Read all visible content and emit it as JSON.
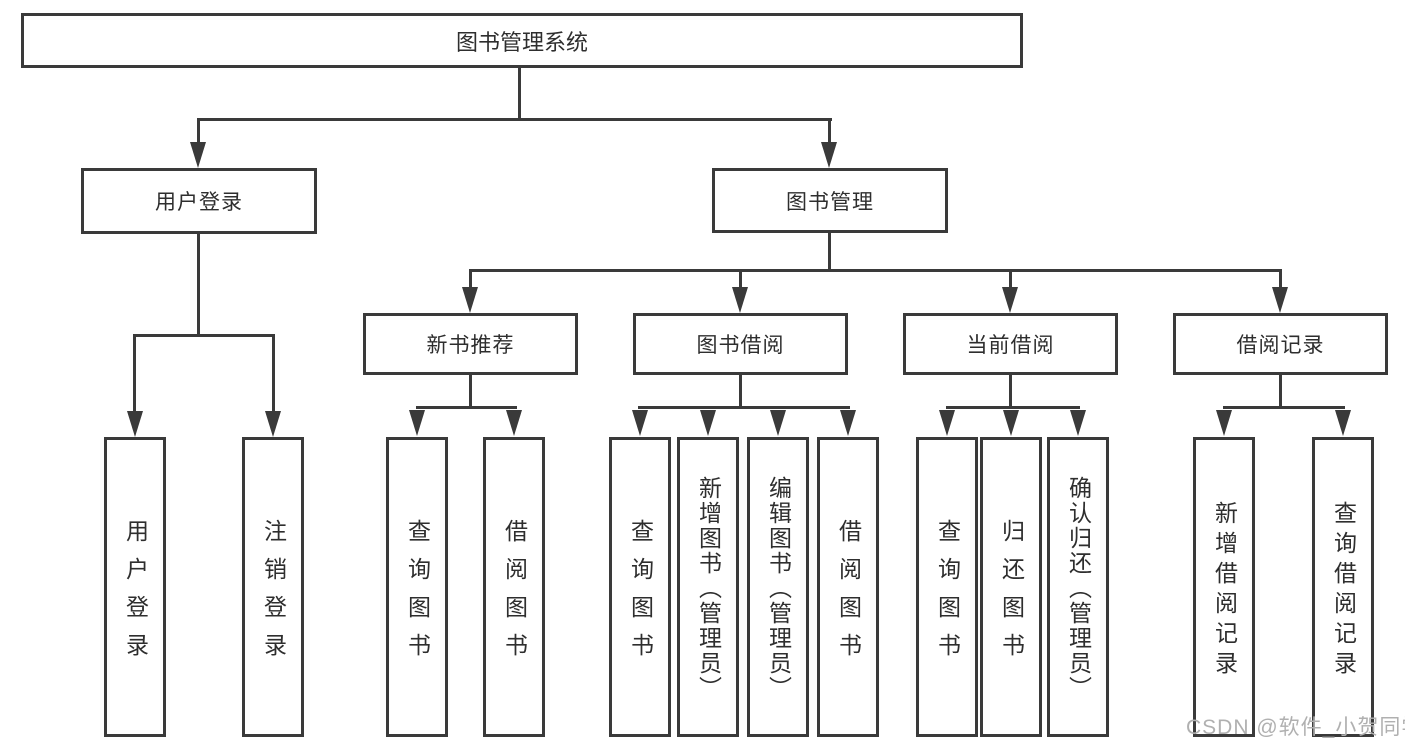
{
  "tree": {
    "root": "图书管理系统",
    "children": [
      {
        "label": "用户登录",
        "children": [
          "用户登录",
          "注销登录"
        ]
      },
      {
        "label": "图书管理",
        "children": [
          {
            "label": "新书推荐",
            "children": [
              "查询图书",
              "借阅图书"
            ]
          },
          {
            "label": "图书借阅",
            "children": [
              "查询图书",
              "新增图书（管理员）",
              "编辑图书（管理员）",
              "借阅图书"
            ]
          },
          {
            "label": "当前借阅",
            "children": [
              "查询图书",
              "归还图书",
              "确认归还（管理员）"
            ]
          },
          {
            "label": "借阅记录",
            "children": [
              "新增借阅记录",
              "查询借阅记录"
            ]
          }
        ]
      }
    ]
  },
  "watermark": {
    "text": "CSDN @软件_小贺同学"
  },
  "colors": {
    "line": "#3a3a3a",
    "text": "#2e2e2e",
    "watermark": "#b0b0b0",
    "background": "#ffffff"
  }
}
